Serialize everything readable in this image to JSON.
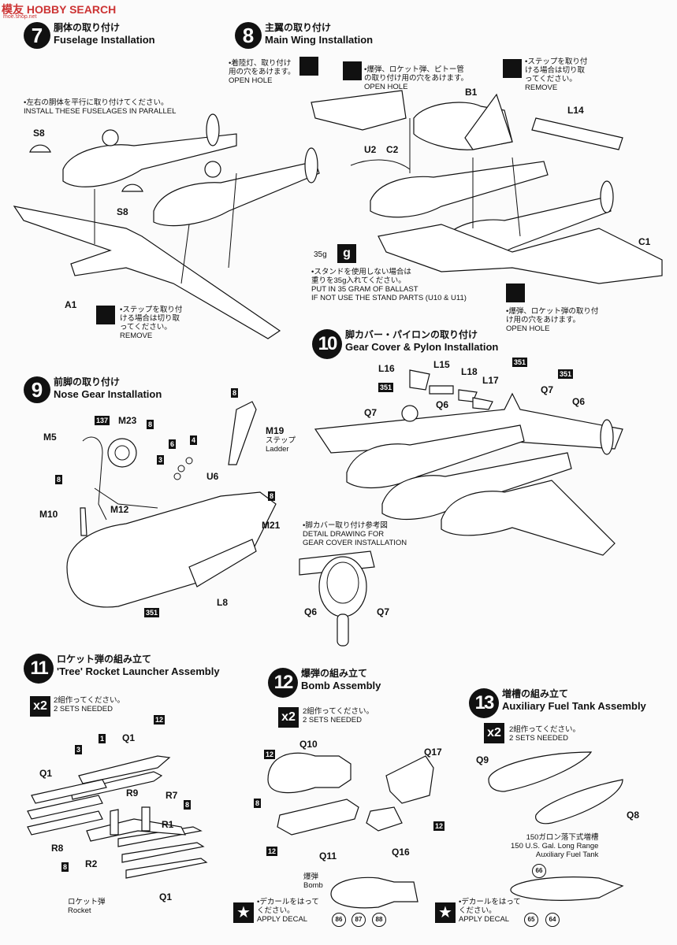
{
  "watermark": {
    "brand": "模友 HOBBY SEARCH",
    "url": "moe.shop.net"
  },
  "steps": {
    "s7": {
      "num": "7",
      "jp": "胴体の取り付け",
      "en": "Fuselage Installation"
    },
    "s8": {
      "num": "8",
      "jp": "主翼の取り付け",
      "en": "Main Wing Installation"
    },
    "s9": {
      "num": "9",
      "jp": "前脚の取り付け",
      "en": "Nose Gear Installation"
    },
    "s10": {
      "num": "10",
      "jp": "脚カバー・パイロンの取り付け",
      "en": "Gear Cover & Pylon Installation"
    },
    "s11": {
      "num": "11",
      "jp": "ロケット弾の組み立て",
      "en": "'Tree' Rocket Launcher Assembly"
    },
    "s12": {
      "num": "12",
      "jp": "爆弾の組み立て",
      "en": "Bomb Assembly"
    },
    "s13": {
      "num": "13",
      "jp": "増槽の組み立て",
      "en": "Auxiliary Fuel Tank Assembly"
    }
  },
  "notes": {
    "s7_parallel_jp": "•左右の胴体を平行に取り付けてください。",
    "s7_parallel_en": "INSTALL THESE FUSELAGES IN PARALLEL",
    "s7_remove_jp1": "•ステップを取り付",
    "s7_remove_jp2": "ける場合は切り取",
    "s7_remove_jp3": "ってください。",
    "s7_remove_en": "REMOVE",
    "s8_landing_jp1": "•着陸灯、取り付け",
    "s8_landing_jp2": "用の穴をあけます。",
    "s8_landing_en": "OPEN HOLE",
    "s8_bomb_jp1": "•爆弾、ロケット弾、ピトー管",
    "s8_bomb_jp2": "の取り付け用の穴をあけます。",
    "s8_bomb_en": "OPEN HOLE",
    "s8_step_jp1": "•ステップを取り付",
    "s8_step_jp2": "ける場合は切り取",
    "s8_step_jp3": "ってください。",
    "s8_step_en": "REMOVE",
    "s8_ballast_w": "35g",
    "s8_ballast_icon": "g",
    "s8_ballast_jp1": "•スタンドを使用しない場合は",
    "s8_ballast_jp2": "重りを35g入れてください。",
    "s8_ballast_en1": "PUT IN 35 GRAM OF BALLAST",
    "s8_ballast_en2": "IF NOT USE THE STAND PARTS (U10 & U11)",
    "s8_bomb2_jp1": "•爆弾、ロケット弾の取り付",
    "s8_bomb2_jp2": "け用の穴をあけます。",
    "s8_bomb2_en": "OPEN HOLE",
    "s9_ladder_jp": "ステップ",
    "s9_ladder_en": "Ladder",
    "s10_detail_jp": "•脚カバー取り付け参考図",
    "s10_detail_en1": "DETAIL DRAWING FOR",
    "s10_detail_en2": "GEAR COVER INSTALLATION",
    "sets_jp": "2組作ってください。",
    "sets_en": "2 SETS NEEDED",
    "x2": "x2",
    "rocket_jp": "ロケット弾",
    "rocket_en": "Rocket",
    "bomb_jp": "爆弾",
    "bomb_en": "Bomb",
    "decal_jp1": "•デカールをはって",
    "decal_jp2": "ください。",
    "decal_en": "APPLY DECAL",
    "tank_jp": "150ガロン落下式増槽",
    "tank_en1": "150 U.S. Gal. Long Range",
    "tank_en2": "Auxiliary Fuel Tank",
    "star": "★"
  },
  "parts": {
    "s7": [
      "S8",
      "S8",
      "A1"
    ],
    "s8": [
      "B1",
      "L14",
      "U2",
      "C2",
      "C1"
    ],
    "s9": [
      "M23",
      "M5",
      "M19",
      "U6",
      "M12",
      "M10",
      "M21",
      "L8"
    ],
    "s10": [
      "L16",
      "L15",
      "L18",
      "L17",
      "Q7",
      "Q6",
      "Q7",
      "Q6",
      "Q6",
      "Q7"
    ],
    "s11": [
      "Q1",
      "Q1",
      "R9",
      "R7",
      "R1",
      "R8",
      "R2",
      "Q1"
    ],
    "s12": [
      "Q10",
      "Q17",
      "Q11",
      "Q16"
    ],
    "s13": [
      "Q9",
      "Q8"
    ]
  },
  "colors": {
    "c8": "8",
    "c137": "137",
    "c6": "6",
    "c4": "4",
    "c3": "3",
    "c351": "351",
    "c12": "12",
    "c1": "1"
  },
  "decals": {
    "bomb": [
      "86",
      "87",
      "88"
    ],
    "tank": [
      "66",
      "65",
      "64"
    ]
  }
}
